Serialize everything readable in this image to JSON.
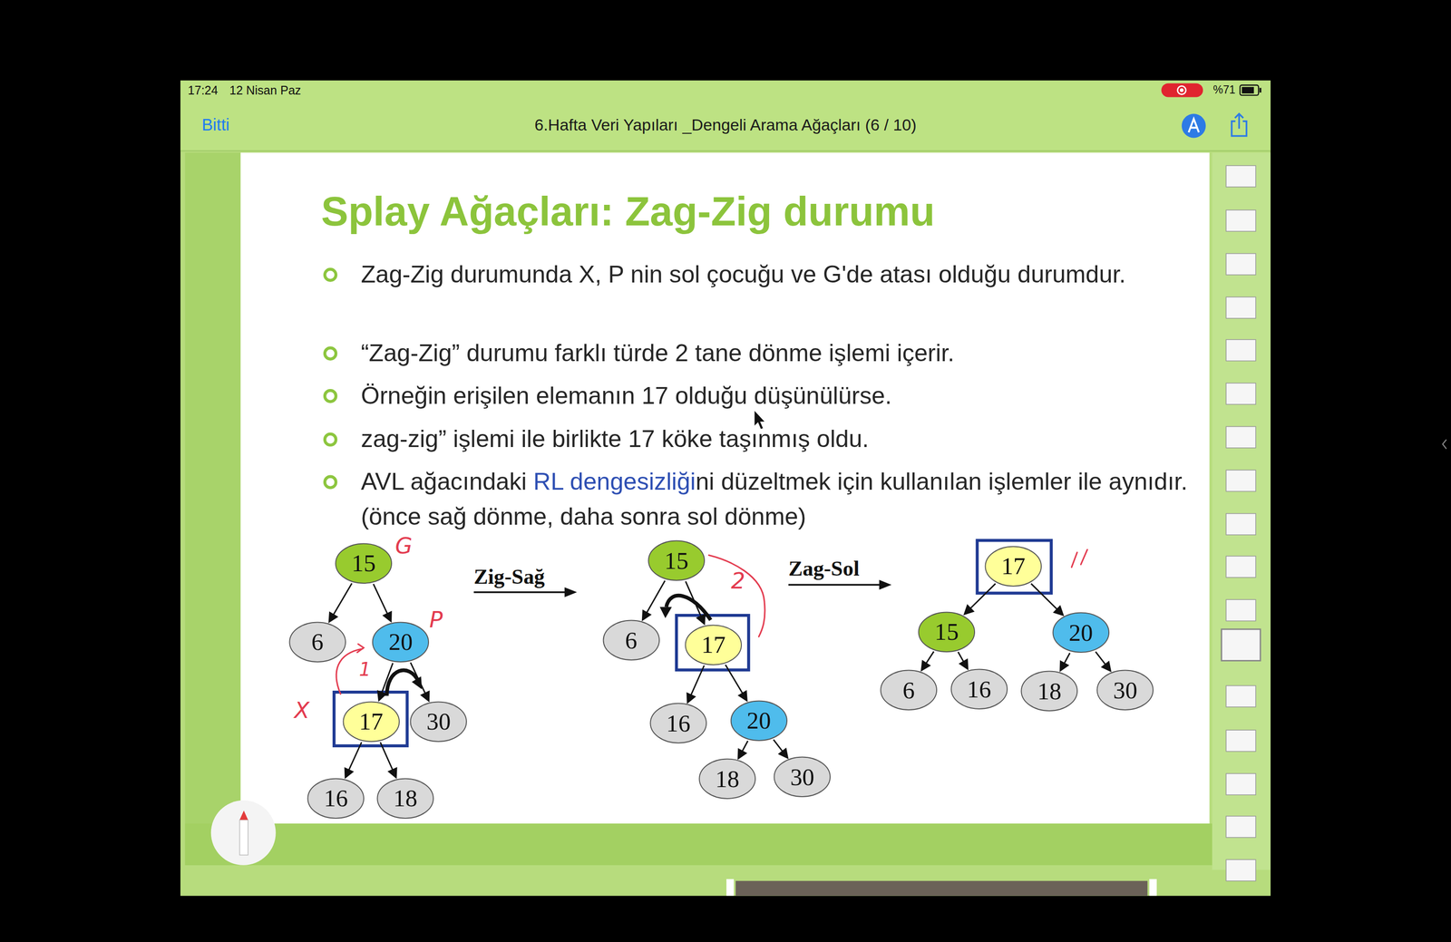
{
  "diagram": {
    "title": "Splay Ağaçları: Zag-Zig durumu",
    "nodes": [
      {
        "text": [
          "15"
        ]
      },
      {
        "text": [
          "6"
        ]
      },
      {
        "text": [
          "20"
        ]
      },
      {
        "text": [
          "17"
        ]
      },
      {
        "text": [
          "30"
        ]
      },
      {
        "text": [
          "16"
        ]
      },
      {
        "text": [
          "18"
        ]
      },
      {
        "text": [
          "15"
        ]
      },
      {
        "text": [
          "6"
        ]
      },
      {
        "text": [
          "17"
        ]
      },
      {
        "text": [
          "16"
        ]
      },
      {
        "text": [
          "20"
        ]
      },
      {
        "text": [
          "18"
        ]
      },
      {
        "text": [
          "30"
        ]
      },
      {
        "text": [
          "17"
        ]
      },
      {
        "text": [
          "15"
        ]
      },
      {
        "text": [
          "20"
        ]
      },
      {
        "text": [
          "6"
        ]
      },
      {
        "text": [
          "16"
        ]
      },
      {
        "text": [
          "18"
        ]
      },
      {
        "text": [
          "30"
        ]
      }
    ],
    "edges": [
      {
        "from": 0,
        "to": 1,
        "arrow": "to"
      },
      {
        "from": 0,
        "to": 2,
        "arrow": "to"
      },
      {
        "from": 2,
        "to": 3,
        "arrow": "to"
      },
      {
        "from": 2,
        "to": 4,
        "arrow": "to"
      },
      {
        "from": 3,
        "to": 5,
        "arrow": "to"
      },
      {
        "from": 3,
        "to": 6,
        "arrow": "to"
      },
      {
        "from": 7,
        "to": 8,
        "arrow": "to"
      },
      {
        "from": 7,
        "to": 9,
        "arrow": "to"
      },
      {
        "from": 9,
        "to": 10,
        "arrow": "to"
      },
      {
        "from": 9,
        "to": 11,
        "arrow": "to"
      },
      {
        "from": 11,
        "to": 12,
        "arrow": "to"
      },
      {
        "from": 11,
        "to": 13,
        "arrow": "to"
      },
      {
        "from": 14,
        "to": 15,
        "arrow": "to"
      },
      {
        "from": 14,
        "to": 16,
        "arrow": "to"
      },
      {
        "from": 15,
        "to": 17,
        "arrow": "to"
      },
      {
        "from": 15,
        "to": 18,
        "arrow": "to"
      },
      {
        "from": 16,
        "to": 19,
        "arrow": "to"
      },
      {
        "from": 16,
        "to": 20,
        "arrow": "to"
      }
    ],
    "labels": [
      "17:24",
      "12 Nisan Paz",
      "%71",
      "Bitti",
      "6.Hafta Veri Yapıları _Dengeli Arama Ağaçları (6 / 10)",
      "Zag-Zig durumunda X, P nin sol çocuğu ve G'de atası olduğu durumdur.",
      "“Zag-Zig” durumu farklı türde 2 tane dönme işlemi içerir.",
      "Örneğin erişilen elemanın 17 olduğu düşünülürse.",
      "zag-zig” işlemi ile birlikte 17 köke taşınmış oldu.",
      "AVL ağacındaki RL dengesizliğini düzeltmek için kullanılan işlemler ile aynıdır.(önce sağ dönme, daha sonra sol dönme)",
      "Zig-Sağ",
      "Zag-Sol",
      "G",
      "P",
      "X",
      "1",
      "2"
    ]
  }
}
